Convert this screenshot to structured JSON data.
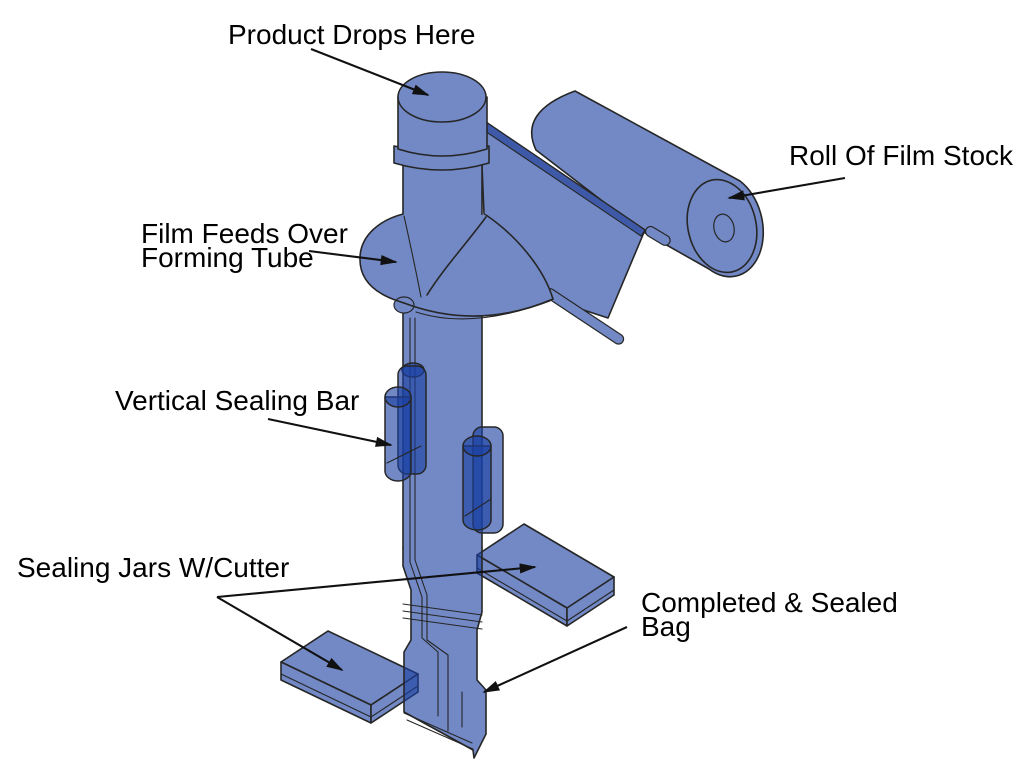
{
  "labels": [
    {
      "id": "product-drops-here",
      "lines": [
        "Product Drops Here"
      ]
    },
    {
      "id": "roll-of-film-stock",
      "lines": [
        "Roll Of Film Stock"
      ]
    },
    {
      "id": "film-feeds-over-forming-tube",
      "lines": [
        "Film Feeds Over",
        "Forming Tube"
      ]
    },
    {
      "id": "vertical-sealing-bar",
      "lines": [
        "Vertical Sealing Bar"
      ]
    },
    {
      "id": "sealing-jars-w-cutter",
      "lines": [
        "Sealing Jars W/Cutter"
      ]
    },
    {
      "id": "completed-sealed-bag",
      "lines": [
        "Completed & Sealed",
        "Bag"
      ]
    }
  ],
  "colors": {
    "machine_fill": "#7289c6",
    "machine_fill_dark": "#3e59a7",
    "machine_overlay": "rgba(28,65,163,0.62)",
    "outline": "#262626",
    "arrow": "#111111",
    "text": "#000000",
    "background": "#ffffff"
  }
}
